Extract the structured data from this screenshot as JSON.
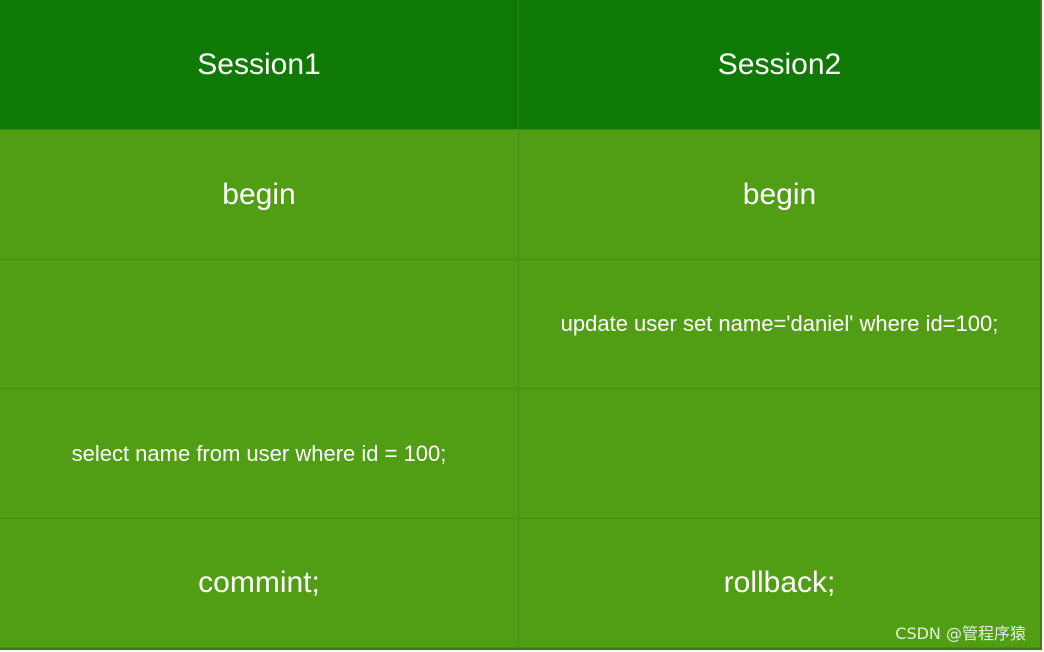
{
  "table": {
    "headers": [
      "Session1",
      "Session2"
    ],
    "rows": [
      [
        "begin",
        "begin"
      ],
      [
        "",
        "update user set name='daniel' where id=100;"
      ],
      [
        "select name from user where id = 100;",
        ""
      ],
      [
        "commint;",
        "rollback;"
      ]
    ]
  },
  "watermark": "CSDN @管程序猿",
  "colors": {
    "header_bg": "#0f7a03",
    "body_bg": "#519e15",
    "text": "#ffffff"
  }
}
